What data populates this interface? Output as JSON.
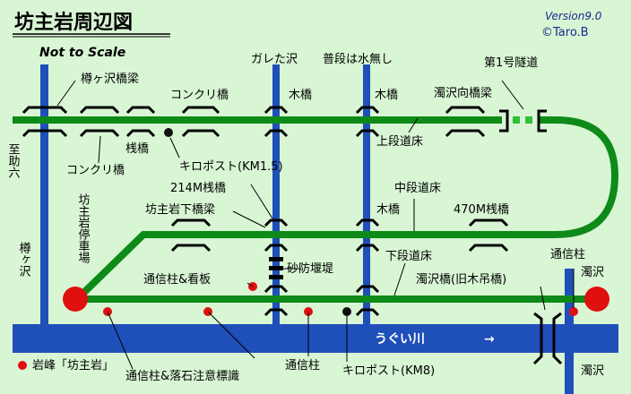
{
  "header": {
    "title": "坊主岩周辺図",
    "note": "Not to Scale",
    "version": "Version9.0",
    "copyright": "©Taro.B"
  },
  "streams": {
    "garetazawa": "ガレた沢",
    "fudanmizunashi": "普段は水無し",
    "nigorizawa": "濁沢",
    "tarugasawa": "樽ヶ沢"
  },
  "river": {
    "name": "うぐい川",
    "arrow": "→"
  },
  "roads": {
    "upper": "上段道床",
    "middle": "中段道床",
    "lower": "下段道床"
  },
  "direction": {
    "sukeroku": "至助六"
  },
  "structures": {
    "tunnel1": "第1号隧道",
    "taruga_bridge": "樽ヶ沢橋梁",
    "concrete_bridge_top": "コンクリ橋",
    "wood_bridge_1": "木橋",
    "wood_bridge_2": "木橋",
    "nigorizawa_approach": "濁沢向橋梁",
    "trestle_bridge": "桟橋",
    "concrete_bridge_left": "コンクリ橋",
    "trestle_214m": "214M桟橋",
    "bozu_lower_bridge": "坊主岩下橋梁",
    "wood_bridge_3": "木橋",
    "trestle_470m": "470M桟橋",
    "sabo_dam": "砂防堰堤",
    "nigorizawa_bridge": "濁沢橋(旧木吊橋)",
    "station_vertical": "坊主岩停車場"
  },
  "markers": {
    "km_post_1_5": "キロポスト(KM1.5)",
    "km_post_8": "キロポスト(KM8)",
    "pole_and_sign": "通信柱&看板",
    "pole_right": "通信柱",
    "pole_bottom": "通信柱",
    "pole_rockfall": "通信柱&落石注意標識",
    "rock_legend": "岩峰「坊主岩」"
  },
  "colors": {
    "background": "#d8f5d4",
    "track": "#0d8a18",
    "river": "#1f4fb8",
    "rock": "#e01010",
    "post": "#111111"
  }
}
